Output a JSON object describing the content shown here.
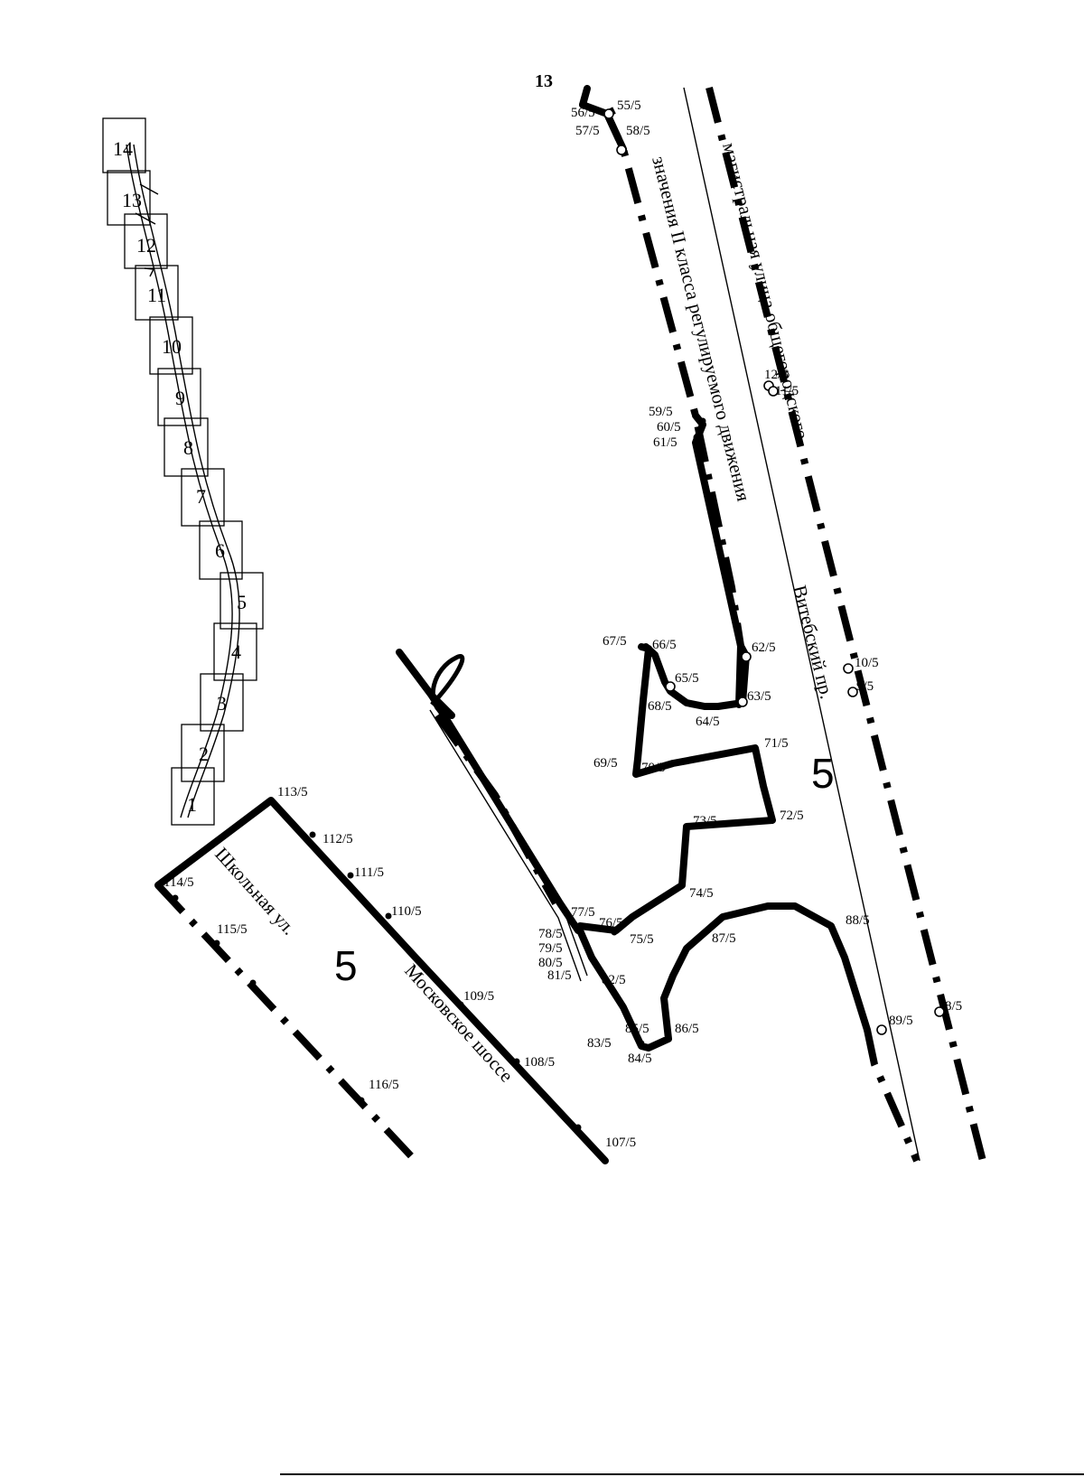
{
  "page_number": "13",
  "zone_labels": [
    "5",
    "5"
  ],
  "streets": {
    "main_line_1": "магистральная улица общегородского",
    "main_line_2": "значения II класса регулируемого движения",
    "vitebsky": "Витебский пр.",
    "shkolnaya": "Школьная ул.",
    "moskovskoe": "Московское шоссе"
  },
  "sheet_labels": [
    "14",
    "13",
    "12",
    "11",
    "10",
    "9",
    "8",
    "7",
    "6",
    "5",
    "4",
    "3",
    "2",
    "1"
  ],
  "point_labels": [
    "55/5",
    "56/5",
    "57/5",
    "58/5",
    "59/5",
    "60/5",
    "61/5",
    "62/5",
    "63/5",
    "64/5",
    "65/5",
    "66/5",
    "67/5",
    "68/5",
    "69/5",
    "70/5",
    "71/5",
    "72/5",
    "73/5",
    "74/5",
    "75/5",
    "76/5",
    "77/5",
    "78/5",
    "79/5",
    "80/5",
    "81/5",
    "82/5",
    "83/5",
    "84/5",
    "85/5",
    "86/5",
    "87/5",
    "88/5",
    "89/5",
    "8/5",
    "9/5",
    "10/5",
    "11/5",
    "12/5",
    "107/5",
    "108/5",
    "109/5",
    "110/5",
    "111/5",
    "112/5",
    "113/5",
    "114/5",
    "115/5",
    "116/5"
  ]
}
